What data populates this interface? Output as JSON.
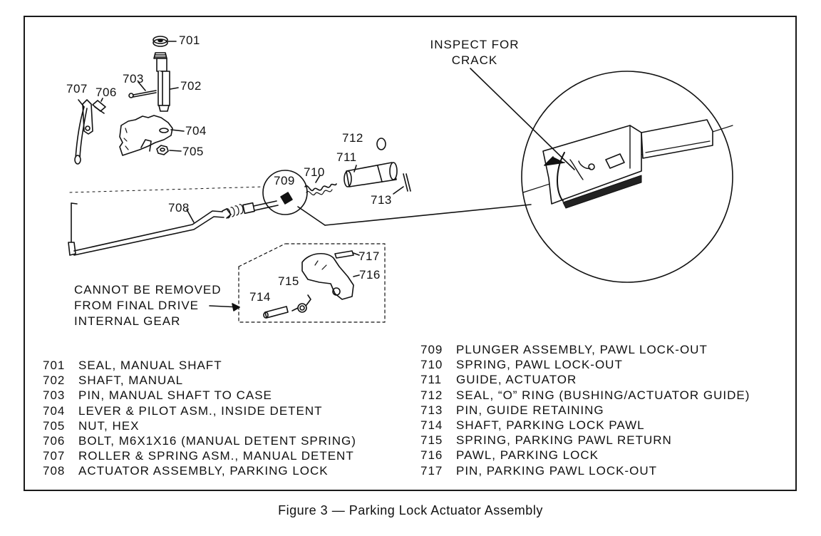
{
  "callouts": {
    "c701": "701",
    "c702": "702",
    "c703": "703",
    "c704": "704",
    "c705": "705",
    "c706": "706",
    "c707": "707",
    "c708": "708",
    "c709": "709",
    "c710": "710",
    "c711": "711",
    "c712": "712",
    "c713": "713",
    "c714": "714",
    "c715": "715",
    "c716": "716",
    "c717": "717"
  },
  "notes": {
    "inspect_line1": "INSPECT FOR",
    "inspect_line2": "CRACK",
    "cannot_line1": "CANNOT BE REMOVED",
    "cannot_line2": "FROM FINAL DRIVE",
    "cannot_line3": "INTERNAL GEAR"
  },
  "legend_left": [
    {
      "num": "701",
      "desc": "SEAL, MANUAL SHAFT"
    },
    {
      "num": "702",
      "desc": "SHAFT, MANUAL"
    },
    {
      "num": "703",
      "desc": "PIN, MANUAL SHAFT TO CASE"
    },
    {
      "num": "704",
      "desc": "LEVER & PILOT ASM., INSIDE DETENT"
    },
    {
      "num": "705",
      "desc": "NUT, HEX"
    },
    {
      "num": "706",
      "desc": "BOLT, M6X1X16 (MANUAL DETENT SPRING)"
    },
    {
      "num": "707",
      "desc": "ROLLER & SPRING ASM., MANUAL DETENT"
    },
    {
      "num": "708",
      "desc": "ACTUATOR ASSEMBLY, PARKING LOCK"
    }
  ],
  "legend_right": [
    {
      "num": "709",
      "desc": "PLUNGER ASSEMBLY, PAWL LOCK-OUT"
    },
    {
      "num": "710",
      "desc": "SPRING, PAWL LOCK-OUT"
    },
    {
      "num": "711",
      "desc": "GUIDE, ACTUATOR"
    },
    {
      "num": "712",
      "desc": "SEAL, “O” RING (BUSHING/ACTUATOR GUIDE)"
    },
    {
      "num": "713",
      "desc": "PIN, GUIDE RETAINING"
    },
    {
      "num": "714",
      "desc": "SHAFT, PARKING LOCK PAWL"
    },
    {
      "num": "715",
      "desc": "SPRING, PARKING PAWL RETURN"
    },
    {
      "num": "716",
      "desc": "PAWL, PARKING LOCK"
    },
    {
      "num": "717",
      "desc": "PIN, PARKING PAWL LOCK-OUT"
    }
  ],
  "caption": "Figure 3 — Parking Lock Actuator Assembly"
}
